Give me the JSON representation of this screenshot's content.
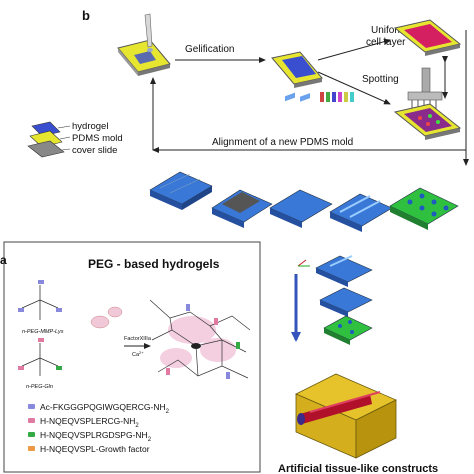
{
  "panel_b": {
    "label": "b",
    "gelification": "Gelification",
    "uniform_cell_layer_line1": "Uniform",
    "uniform_cell_layer_line2": "cell layer",
    "spotting": "Spotting",
    "alignment": "Alignment of  a new PDMS mold",
    "legend": {
      "hydrogel": "hydrogel",
      "pdms_mold_line1": "PDMS mold",
      "cover_slide": "cover slide"
    }
  },
  "panel_a": {
    "label": "a",
    "title": "PEG - based hydrogels",
    "lys_label": "n-PEG-MMP-Lys",
    "gln_label": "n-PEG-Gln",
    "factor_label": "FactorXIIIa",
    "ca_label": "Ca",
    "ca_superscript": "2+",
    "peptides": [
      {
        "text": "Ac-FKGGGPQGIWGQERCG-NH",
        "sub": "2",
        "color": "#2233aa",
        "marker": "#8888dd"
      },
      {
        "text": "H-NQEQVSPLERCG-NH",
        "sub": "2",
        "color": "#cc1111",
        "marker": "#e07aa0"
      },
      {
        "text": "H-NQEQVSPLRGDSPG-NH",
        "sub": "2",
        "color": "#118822",
        "marker": "#33aa44"
      },
      {
        "text": "H-NQEQVSPL-Growth factor",
        "sub": "",
        "color": "#dd6611",
        "marker": "#ee9944"
      }
    ]
  },
  "constructs_caption": "Artificial tissue-like constructs",
  "colors": {
    "slide_yellow": "#e6e631",
    "slide_gray": "#7a7a7a",
    "hydrogel_blue": "#3a4fd0",
    "cell_red": "#d42060",
    "mold_blue": "#3a78d8",
    "green_gel": "#30c040",
    "arrow_blue": "#3355bb"
  }
}
